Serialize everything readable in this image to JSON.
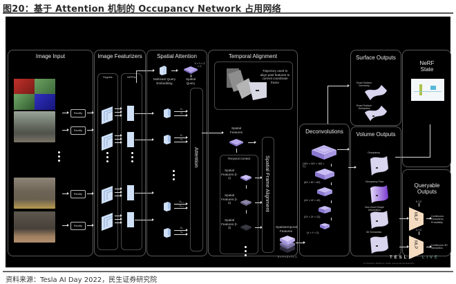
{
  "figure": {
    "title": "图20：基于 Attention 机制的 Occupancy Network 占用网络",
    "source": "资料来源：Tesla AI Day 2022，民生证券研究院"
  },
  "diagram": {
    "image_input": {
      "title": "Image Input",
      "rectify_label": "Rectify",
      "cameras": [
        "multi-channel camera view",
        "street camera view 1",
        "street camera view 2",
        "street camera view 3"
      ]
    },
    "image_featurizers": {
      "title": "Image Featurizers",
      "regnets_label": "Regnets",
      "bifpns_label": "BiFPNs"
    },
    "spatial_attention": {
      "title": "Spatial Attention",
      "query_embedding_label": "Multicam Query Embedding",
      "spatial_query_label": "Spatial Query",
      "spatial_query_dims": "X × Y × Z × C",
      "attention_label": "Attention",
      "kv_labels": [
        "K₁",
        "V₁",
        "K₂",
        "V₂",
        "Kₙ₋₁",
        "Vₙ₋₁",
        "Kₙ",
        "Vₙ"
      ]
    },
    "temporal_alignment": {
      "title": "Temporal Alignment",
      "trajectory_note": "Trajectory used to align past features to current coordinate frame",
      "spatial_features_label": "Spatial Features",
      "temporal_context_label": "Temporal Context",
      "context_items": [
        "Spatial Features (t-1)",
        "Spatial Features (t-2)",
        "Spatial Features (t-3)"
      ],
      "frame_alignment_label": "Spatial Frame Alignment",
      "spatiotemporal_label": "Spatiotemporal Features",
      "spatiotemporal_dims": "X × Y × Z × T × C"
    },
    "deconvolutions": {
      "title": "Deconvolutions",
      "dims": [
        "(16X × 16Y × 16Z × C')",
        "(8X × 8Y × 8Z)",
        "(4X × 4Y × 4Z)",
        "(2X × 2Y × 2Z)",
        "(X × Y × Z)"
      ]
    },
    "surface_outputs": {
      "title": "Surface Outputs",
      "items": [
        "Road Surface Geometry",
        "Road Surface Semantics"
      ]
    },
    "nerf_state": {
      "title": "NeRF State"
    },
    "volume_outputs": {
      "title": "Volume Outputs",
      "items": [
        "Occupancy",
        "Occupancy Flow",
        "Sub-Voxel Shape Information",
        "3D Semantics"
      ]
    },
    "queryable_outputs": {
      "title": "Queryable Outputs",
      "mlp_label": "MLP",
      "query_input": "X,Y,Z",
      "outputs": [
        "Continuous Occupancy Probability",
        "Continuous 3D Semantics"
      ]
    },
    "branding": {
      "logo_left": "TESLA",
      "logo_right": "LIVE",
      "caption": "3.2 Pointers, Platforms, Scale, among Neural Networks"
    }
  }
}
